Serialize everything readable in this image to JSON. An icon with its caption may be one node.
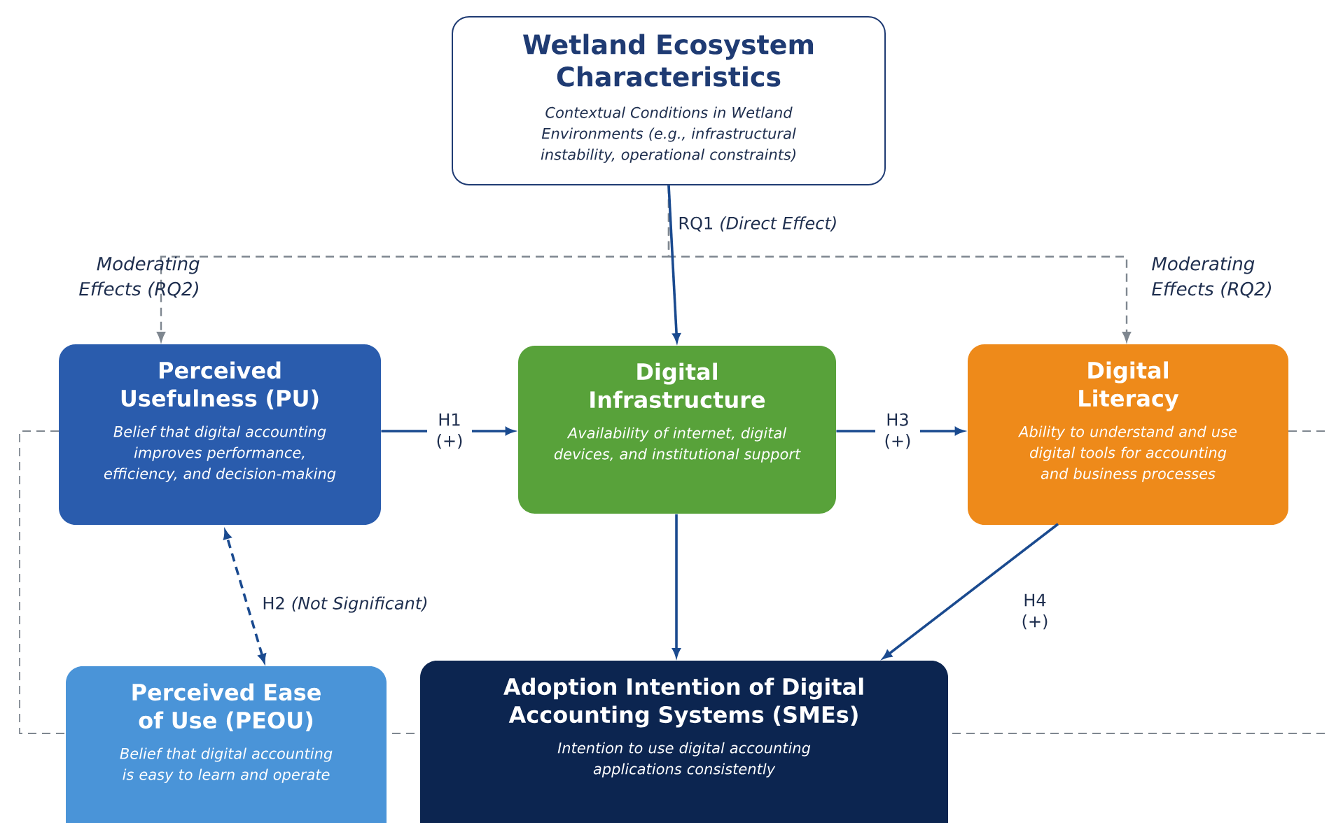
{
  "diagram": {
    "nodes": [
      {
        "text": [
          "Wetland Ecosystem Characteristics",
          "Contextual Conditions in Wetland Environments (e.g., infrastructural instability, operational constraints)"
        ]
      },
      {
        "text": [
          "Perceived Usefulness (PU)",
          "Belief that digital accounting improves performance, efficiency, and decision-making"
        ]
      },
      {
        "text": [
          "Digital Infrastructure",
          "Availability of internet, digital devices, and institutional support"
        ]
      },
      {
        "text": [
          "Digital Literacy",
          "Ability to understand and use digital tools for accounting and business processes"
        ]
      },
      {
        "text": [
          "Perceived Ease of Use (PEOU)",
          "Belief that digital accounting is easy to learn and operate"
        ]
      },
      {
        "text": [
          "Adoption Intention of Digital Accounting Systems (SMEs)",
          "Intention to use digital accounting applications consistently"
        ]
      }
    ],
    "edges": [
      {
        "from": 0,
        "to": 1,
        "arrow": "to",
        "style": "dashed",
        "color": "#7f8790"
      },
      {
        "from": 0,
        "to": 3,
        "arrow": "to",
        "style": "dashed",
        "color": "#7f8790"
      },
      {
        "from": 0,
        "to": 2,
        "arrow": "to",
        "label": "RQ1 *(Direct Effect)*"
      },
      {
        "from": 1,
        "to": 2,
        "arrow": "to",
        "label": "H1 (+)"
      },
      {
        "from": 2,
        "to": 3,
        "arrow": "to",
        "label": "H3 (+)"
      },
      {
        "from": 4,
        "to": 1,
        "arrow": "both",
        "style": "dashed",
        "label": "H2 *(Not Significant)*"
      },
      {
        "from": 2,
        "to": 5,
        "arrow": "to"
      },
      {
        "from": 3,
        "to": 5,
        "arrow": "to",
        "label": "H4 (+)"
      }
    ],
    "labels": [
      "Moderating Effects (RQ2)",
      "Moderating Effects (RQ2)"
    ]
  }
}
